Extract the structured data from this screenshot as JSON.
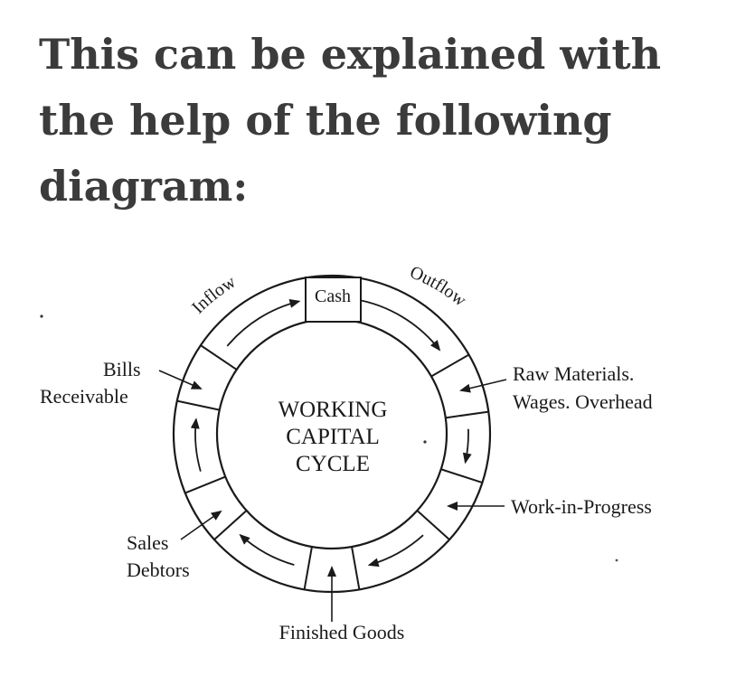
{
  "heading": {
    "line1": "This can be explained with",
    "line2": "the help of the following",
    "line3": "diagram:"
  },
  "diagram": {
    "center_lines": [
      "WORKING",
      "CAPITAL",
      "CYCLE"
    ],
    "top_box": "Cash",
    "arc_left": "Inflow",
    "arc_right": "Outflow",
    "stages": {
      "raw_materials_line1": "Raw Materials.",
      "raw_materials_line2": "Wages. Overhead",
      "work_in_progress": "Work-in-Progress",
      "finished_goods": "Finished Goods",
      "sales_line1": "Sales",
      "sales_line2": "Debtors",
      "bills_line1": "Bills",
      "bills_line2": "Receivable"
    }
  }
}
